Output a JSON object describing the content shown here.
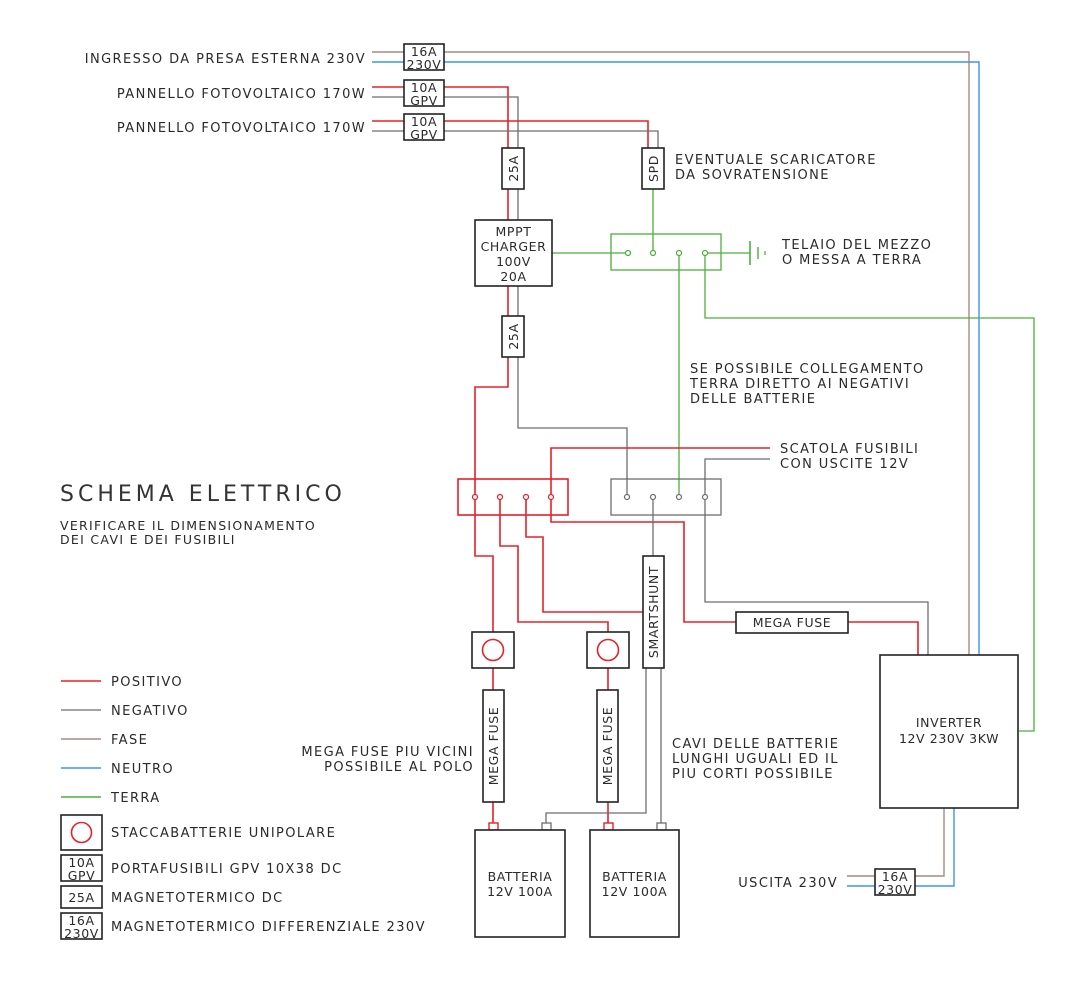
{
  "title": "SCHEMA ELETTRICO",
  "subtitle": [
    "VERIFICARE IL DIMENSIONAMENTO",
    "DEI CAVI E DEI FUSIBILI"
  ],
  "colors": {
    "positivo": "#e8202a",
    "negativo": "#6e6e6e",
    "fase": "#a88a80",
    "neutro": "#3d97e0",
    "terra": "#4caf3a"
  },
  "inputs": {
    "external": "INGRESSO DA PRESA ESTERNA 230V",
    "pv1": "PANNELLO FOTOVOLTAICO 170W",
    "pv2": "PANNELLO FOTOVOLTAICO 170W"
  },
  "components": {
    "breaker_230_in": [
      "16A",
      "230V"
    ],
    "gpv1": [
      "10A",
      "GPV"
    ],
    "gpv2": [
      "10A",
      "GPV"
    ],
    "mcb_top": "25A",
    "spd": "SPD",
    "mppt": [
      "MPPT",
      "CHARGER",
      "100V",
      "20A"
    ],
    "mcb_bottom": "25A",
    "smartshunt": "SMARTSHUNT",
    "mega_fuse_inverter": "MEGA FUSE",
    "mega_fuse_bat1": "MEGA FUSE",
    "mega_fuse_bat2": "MEGA FUSE",
    "battery1": [
      "BATTERIA",
      "12V 100A"
    ],
    "battery2": [
      "BATTERIA",
      "12V 100A"
    ],
    "inverter": [
      "INVERTER",
      "12V 230V 3KW"
    ],
    "breaker_230_out": [
      "16A",
      "230V"
    ]
  },
  "notes": {
    "spd": [
      "EVENTUALE SCARICATORE",
      "DA SOVRATENSIONE"
    ],
    "ground": [
      "TELAIO DEL MEZZO",
      "O MESSA A TERRA"
    ],
    "ground_link": [
      "SE POSSIBILE COLLEGAMENTO",
      "TERRA DIRETTO AI NEGATIVI",
      "DELLE BATTERIE"
    ],
    "fuse_box": [
      "SCATOLA FUSIBILI",
      "CON USCITE 12V"
    ],
    "mega_fuse": [
      "MEGA FUSE PIU VICINI",
      "POSSIBILE AL POLO"
    ],
    "battery_cables": [
      "CAVI DELLE BATTERIE",
      "LUNGHI UGUALI ED IL",
      "PIU CORTI POSSIBILE"
    ],
    "output": "USCITA 230V"
  },
  "legend": {
    "lines": [
      {
        "label": "POSITIVO",
        "key": "positivo"
      },
      {
        "label": "NEGATIVO",
        "key": "negativo"
      },
      {
        "label": "FASE",
        "key": "fase"
      },
      {
        "label": "NEUTRO",
        "key": "neutro"
      },
      {
        "label": "TERRA",
        "key": "terra"
      }
    ],
    "symbols": [
      {
        "symbol": "",
        "label": "STACCABATTERIE UNIPOLARE"
      },
      {
        "symbol": [
          "10A",
          "GPV"
        ],
        "label": "PORTAFUSIBILI GPV 10X38 DC"
      },
      {
        "symbol": [
          "25A"
        ],
        "label": "MAGNETOTERMICO DC"
      },
      {
        "symbol": [
          "16A",
          "230V"
        ],
        "label": "MAGNETOTERMICO DIFFERENZIALE 230V"
      }
    ]
  }
}
